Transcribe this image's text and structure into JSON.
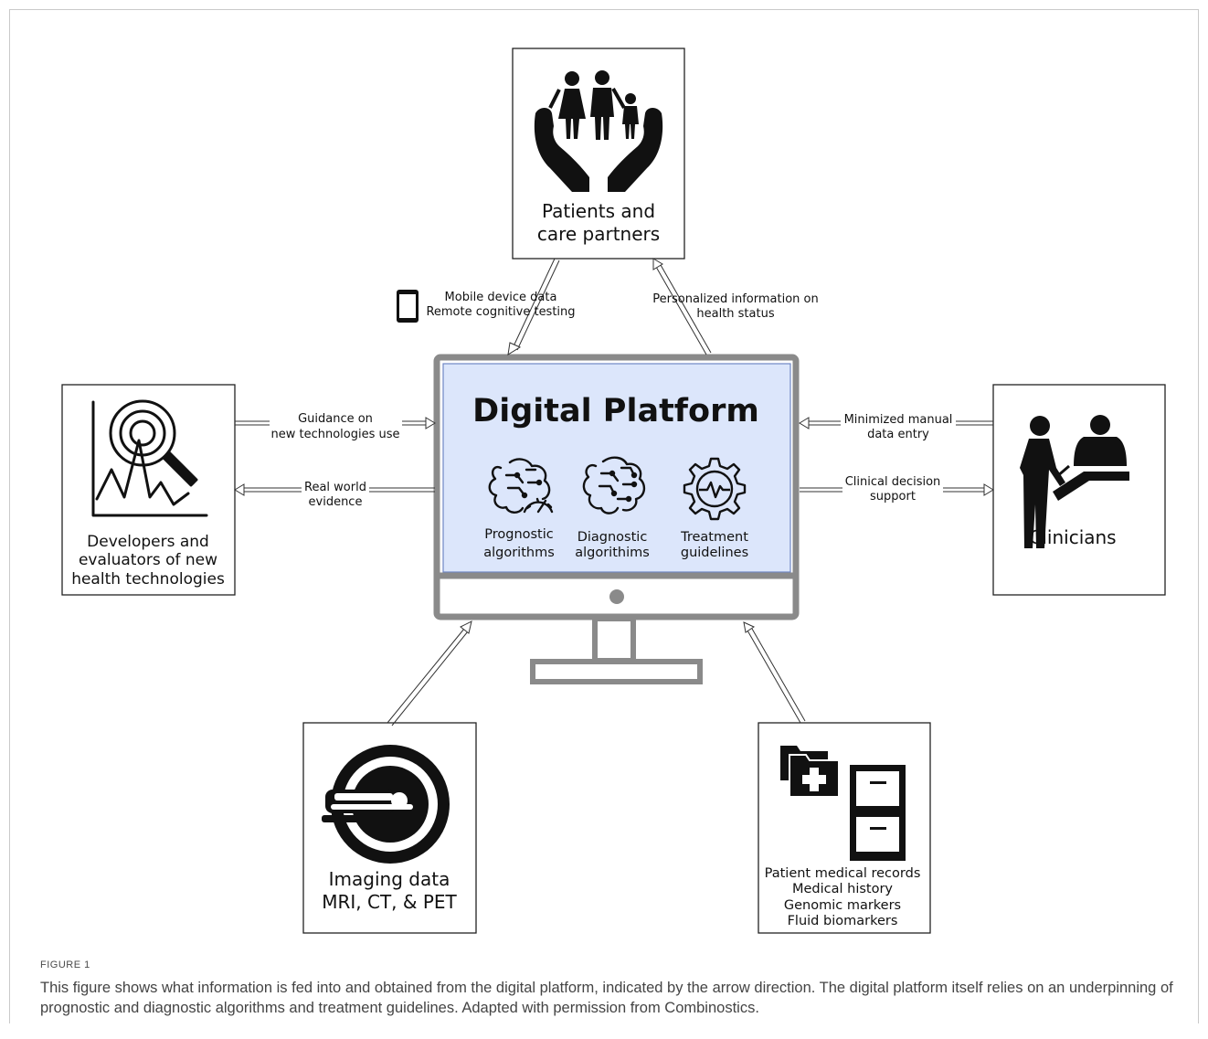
{
  "diagram": {
    "center": {
      "title": "Digital Platform",
      "modules": [
        {
          "line1": "Prognostic",
          "line2": "algorithms",
          "icon": "brain-gauge-icon"
        },
        {
          "line1": "Diagnostic",
          "line2": "algorithims",
          "icon": "brain-circuit-icon"
        },
        {
          "line1": "Treatment",
          "line2": "guidelines",
          "icon": "gear-pulse-icon"
        }
      ]
    },
    "nodes": {
      "patients": {
        "line1": "Patients and",
        "line2": "care partners",
        "icon": "family-hands-icon"
      },
      "developers": {
        "line1": "Developers and",
        "line2": "evaluators of new",
        "line3": "health technologies",
        "icon": "chart-magnifier-icon"
      },
      "clinicians": {
        "label": "Clinicians",
        "icon": "doctor-patient-icon"
      },
      "imaging": {
        "line1": "Imaging data",
        "line2": "MRI, CT, & PET",
        "icon": "mri-scanner-icon"
      },
      "records": {
        "lines": [
          "Patient medical records",
          "Medical history",
          "Genomic markers",
          "Fluid biomarkers"
        ],
        "icon": "folders-cabinet-icon"
      }
    },
    "edges": {
      "mobile": {
        "line1": "Mobile device data",
        "line2": "Remote cognitive testing",
        "icon": "smartphone-icon"
      },
      "personalized": {
        "line1": "Personalized information on",
        "line2": "health status"
      },
      "guidance": {
        "line1": "Guidance on",
        "line2": "new technologies use"
      },
      "rwe": {
        "line1": "Real world",
        "line2": "evidence"
      },
      "manual": {
        "line1": "Minimized manual",
        "line2": "data entry"
      },
      "decision": {
        "line1": "Clinical decision",
        "line2": "support"
      }
    },
    "colors": {
      "screen": "#dce6fb",
      "monitor": "#8a8a8a",
      "ink": "#111111"
    }
  },
  "figure": {
    "label": "FIGURE 1",
    "caption": "This figure shows what information is fed into and obtained from the digital platform, indicated by the arrow direction. The digital platform itself relies on an underpinning of prognostic and diagnostic algorithms and treatment guidelines. Adapted with permission from Combinostics."
  }
}
